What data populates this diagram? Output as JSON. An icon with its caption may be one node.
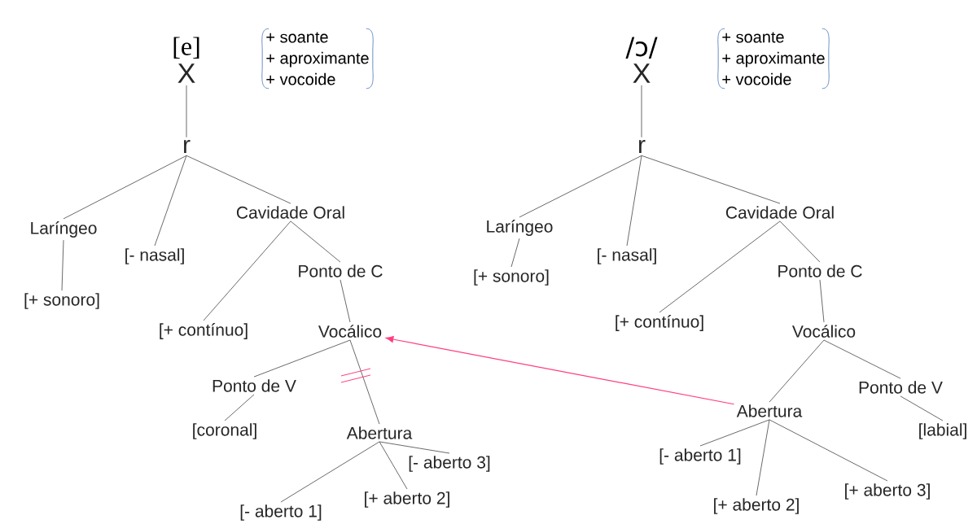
{
  "diagram": {
    "nodes": [
      {
        "text": [
          "X"
        ],
        "beside": [
          "[e]"
        ]
      },
      {
        "text": [
          "+ soante",
          "+ aproximante",
          "+ vocoide"
        ]
      },
      {
        "text": [
          "r"
        ]
      },
      {
        "text": [
          "Laríngeo"
        ]
      },
      {
        "text": [
          "[- nasal]"
        ]
      },
      {
        "text": [
          "Cavidade Oral"
        ]
      },
      {
        "text": [
          "[+ sonoro]"
        ]
      },
      {
        "text": [
          "[+ contínuo]"
        ]
      },
      {
        "text": [
          "Ponto de C"
        ]
      },
      {
        "text": [
          "Vocálico"
        ]
      },
      {
        "text": [
          "Ponto de V"
        ]
      },
      {
        "text": [
          "[coronal]"
        ]
      },
      {
        "text": [
          "Abertura"
        ]
      },
      {
        "text": [
          "[- aberto 1]"
        ]
      },
      {
        "text": [
          "[+ aberto 2]"
        ]
      },
      {
        "text": [
          "[- aberto 3]"
        ]
      },
      {
        "text": [
          "X"
        ],
        "beside": [
          "/ɔ/"
        ]
      },
      {
        "text": [
          "+ soante",
          "+ aproximante",
          "+ vocoide"
        ]
      },
      {
        "text": [
          "r"
        ]
      },
      {
        "text": [
          "Laríngeo"
        ]
      },
      {
        "text": [
          "[- nasal]"
        ]
      },
      {
        "text": [
          "Cavidade Oral"
        ]
      },
      {
        "text": [
          "[+ sonoro]"
        ]
      },
      {
        "text": [
          "[+ contínuo]"
        ]
      },
      {
        "text": [
          "Ponto de C"
        ]
      },
      {
        "text": [
          "Vocálico"
        ]
      },
      {
        "text": [
          "Abertura"
        ]
      },
      {
        "text": [
          "Ponto de V"
        ]
      },
      {
        "text": [
          "[labial]"
        ]
      },
      {
        "text": [
          "[- aberto 1]"
        ]
      },
      {
        "text": [
          "[+ aberto 2]"
        ]
      },
      {
        "text": [
          "[+ aberto 3]"
        ]
      }
    ],
    "edges": [
      {
        "from": 0,
        "to": 2,
        "arrow": "none"
      },
      {
        "from": 2,
        "to": 3,
        "arrow": "none"
      },
      {
        "from": 2,
        "to": 4,
        "arrow": "none"
      },
      {
        "from": 2,
        "to": 5,
        "arrow": "none"
      },
      {
        "from": 3,
        "to": 6,
        "arrow": "none"
      },
      {
        "from": 5,
        "to": 7,
        "arrow": "none"
      },
      {
        "from": 5,
        "to": 8,
        "arrow": "none"
      },
      {
        "from": 8,
        "to": 9,
        "arrow": "none"
      },
      {
        "from": 9,
        "to": 10,
        "arrow": "none"
      },
      {
        "from": 10,
        "to": 11,
        "arrow": "none"
      },
      {
        "from": 9,
        "to": 12,
        "arrow": "none"
      },
      {
        "from": 12,
        "to": 13,
        "arrow": "none"
      },
      {
        "from": 12,
        "to": 14,
        "arrow": "none"
      },
      {
        "from": 12,
        "to": 15,
        "arrow": "none"
      },
      {
        "from": 16,
        "to": 18,
        "arrow": "none"
      },
      {
        "from": 18,
        "to": 19,
        "arrow": "none"
      },
      {
        "from": 18,
        "to": 20,
        "arrow": "none"
      },
      {
        "from": 18,
        "to": 21,
        "arrow": "none"
      },
      {
        "from": 19,
        "to": 22,
        "arrow": "none"
      },
      {
        "from": 21,
        "to": 23,
        "arrow": "none"
      },
      {
        "from": 21,
        "to": 24,
        "arrow": "none"
      },
      {
        "from": 24,
        "to": 25,
        "arrow": "none"
      },
      {
        "from": 25,
        "to": 26,
        "arrow": "none"
      },
      {
        "from": 25,
        "to": 27,
        "arrow": "none"
      },
      {
        "from": 27,
        "to": 28,
        "arrow": "none"
      },
      {
        "from": 26,
        "to": 29,
        "arrow": "none"
      },
      {
        "from": 26,
        "to": 30,
        "arrow": "none"
      },
      {
        "from": 26,
        "to": 31,
        "arrow": "none"
      },
      {
        "from": 26,
        "to": 9,
        "arrow": "to",
        "color": "#ff3d7f"
      }
    ]
  }
}
